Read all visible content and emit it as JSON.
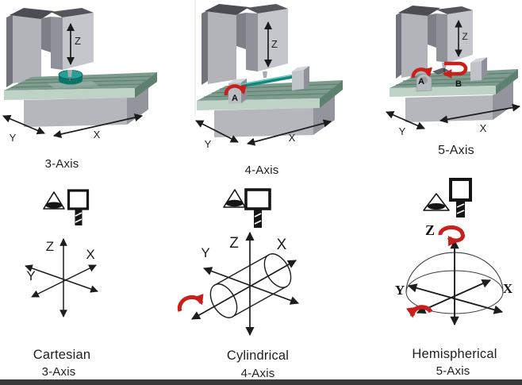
{
  "machines": {
    "items": [
      {
        "label": "3-Axis",
        "axis_z": "Z",
        "axis_x": "X",
        "axis_y": "Y"
      },
      {
        "label": "4-Axis",
        "axis_z": "Z",
        "axis_x": "X",
        "axis_y": "Y",
        "axis_a": "A"
      },
      {
        "label": "5-Axis",
        "axis_z": "Z",
        "axis_x": "X",
        "axis_y": "Y",
        "axis_a": "A",
        "axis_b": "B"
      }
    ]
  },
  "coordinate_systems": {
    "items": [
      {
        "name": "Cartesian",
        "subtitle": "3-Axis",
        "axis_z": "Z",
        "axis_x": "X",
        "axis_y": "Y"
      },
      {
        "name": "Cylindrical",
        "subtitle": "4-Axis",
        "axis_z": "Z",
        "axis_x": "X",
        "axis_y": "Y"
      },
      {
        "name": "Hemispherical",
        "subtitle": "5-Axis",
        "axis_z": "Z",
        "axis_x": "X",
        "axis_y": "Y"
      }
    ]
  },
  "colors": {
    "background": "#ffffff",
    "rotation_red": "#c8201c",
    "workpiece_teal": "#15867b",
    "workpiece_teal_dark": "#0e756b",
    "workpiece_teal_light": "#26a097",
    "table_green": "#7d9c8d",
    "machine_gray": "#b2b4ba",
    "ink": "#1d1d1d",
    "bottom_bar": "#383838"
  }
}
